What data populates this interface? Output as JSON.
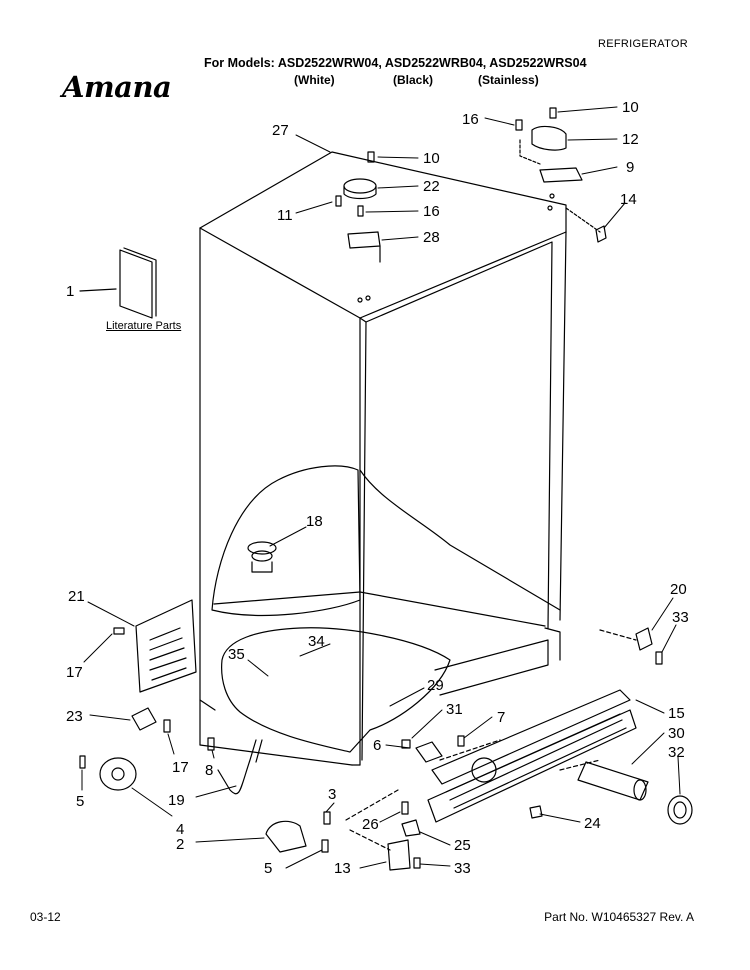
{
  "header": {
    "category": "REFRIGERATOR",
    "models_line": "For Models: ASD2522WRW04, ASD2522WRB04, ASD2522WRS04",
    "variants": [
      "(White)",
      "(Black)",
      "(Stainless)"
    ]
  },
  "brand": {
    "logo_text": "Amana"
  },
  "labels": {
    "literature_parts": "Literature Parts"
  },
  "callouts": [
    "27",
    "10",
    "16",
    "10",
    "12",
    "9",
    "14",
    "22",
    "11",
    "16",
    "28",
    "1",
    "18",
    "21",
    "17",
    "20",
    "33",
    "34",
    "35",
    "29",
    "15",
    "23",
    "17",
    "8",
    "31",
    "7",
    "6",
    "30",
    "32",
    "5",
    "19",
    "4",
    "3",
    "26",
    "24",
    "2",
    "25",
    "5",
    "13",
    "33"
  ],
  "footer": {
    "date": "03-12",
    "part_no": "Part No. W10465327 Rev. A"
  }
}
